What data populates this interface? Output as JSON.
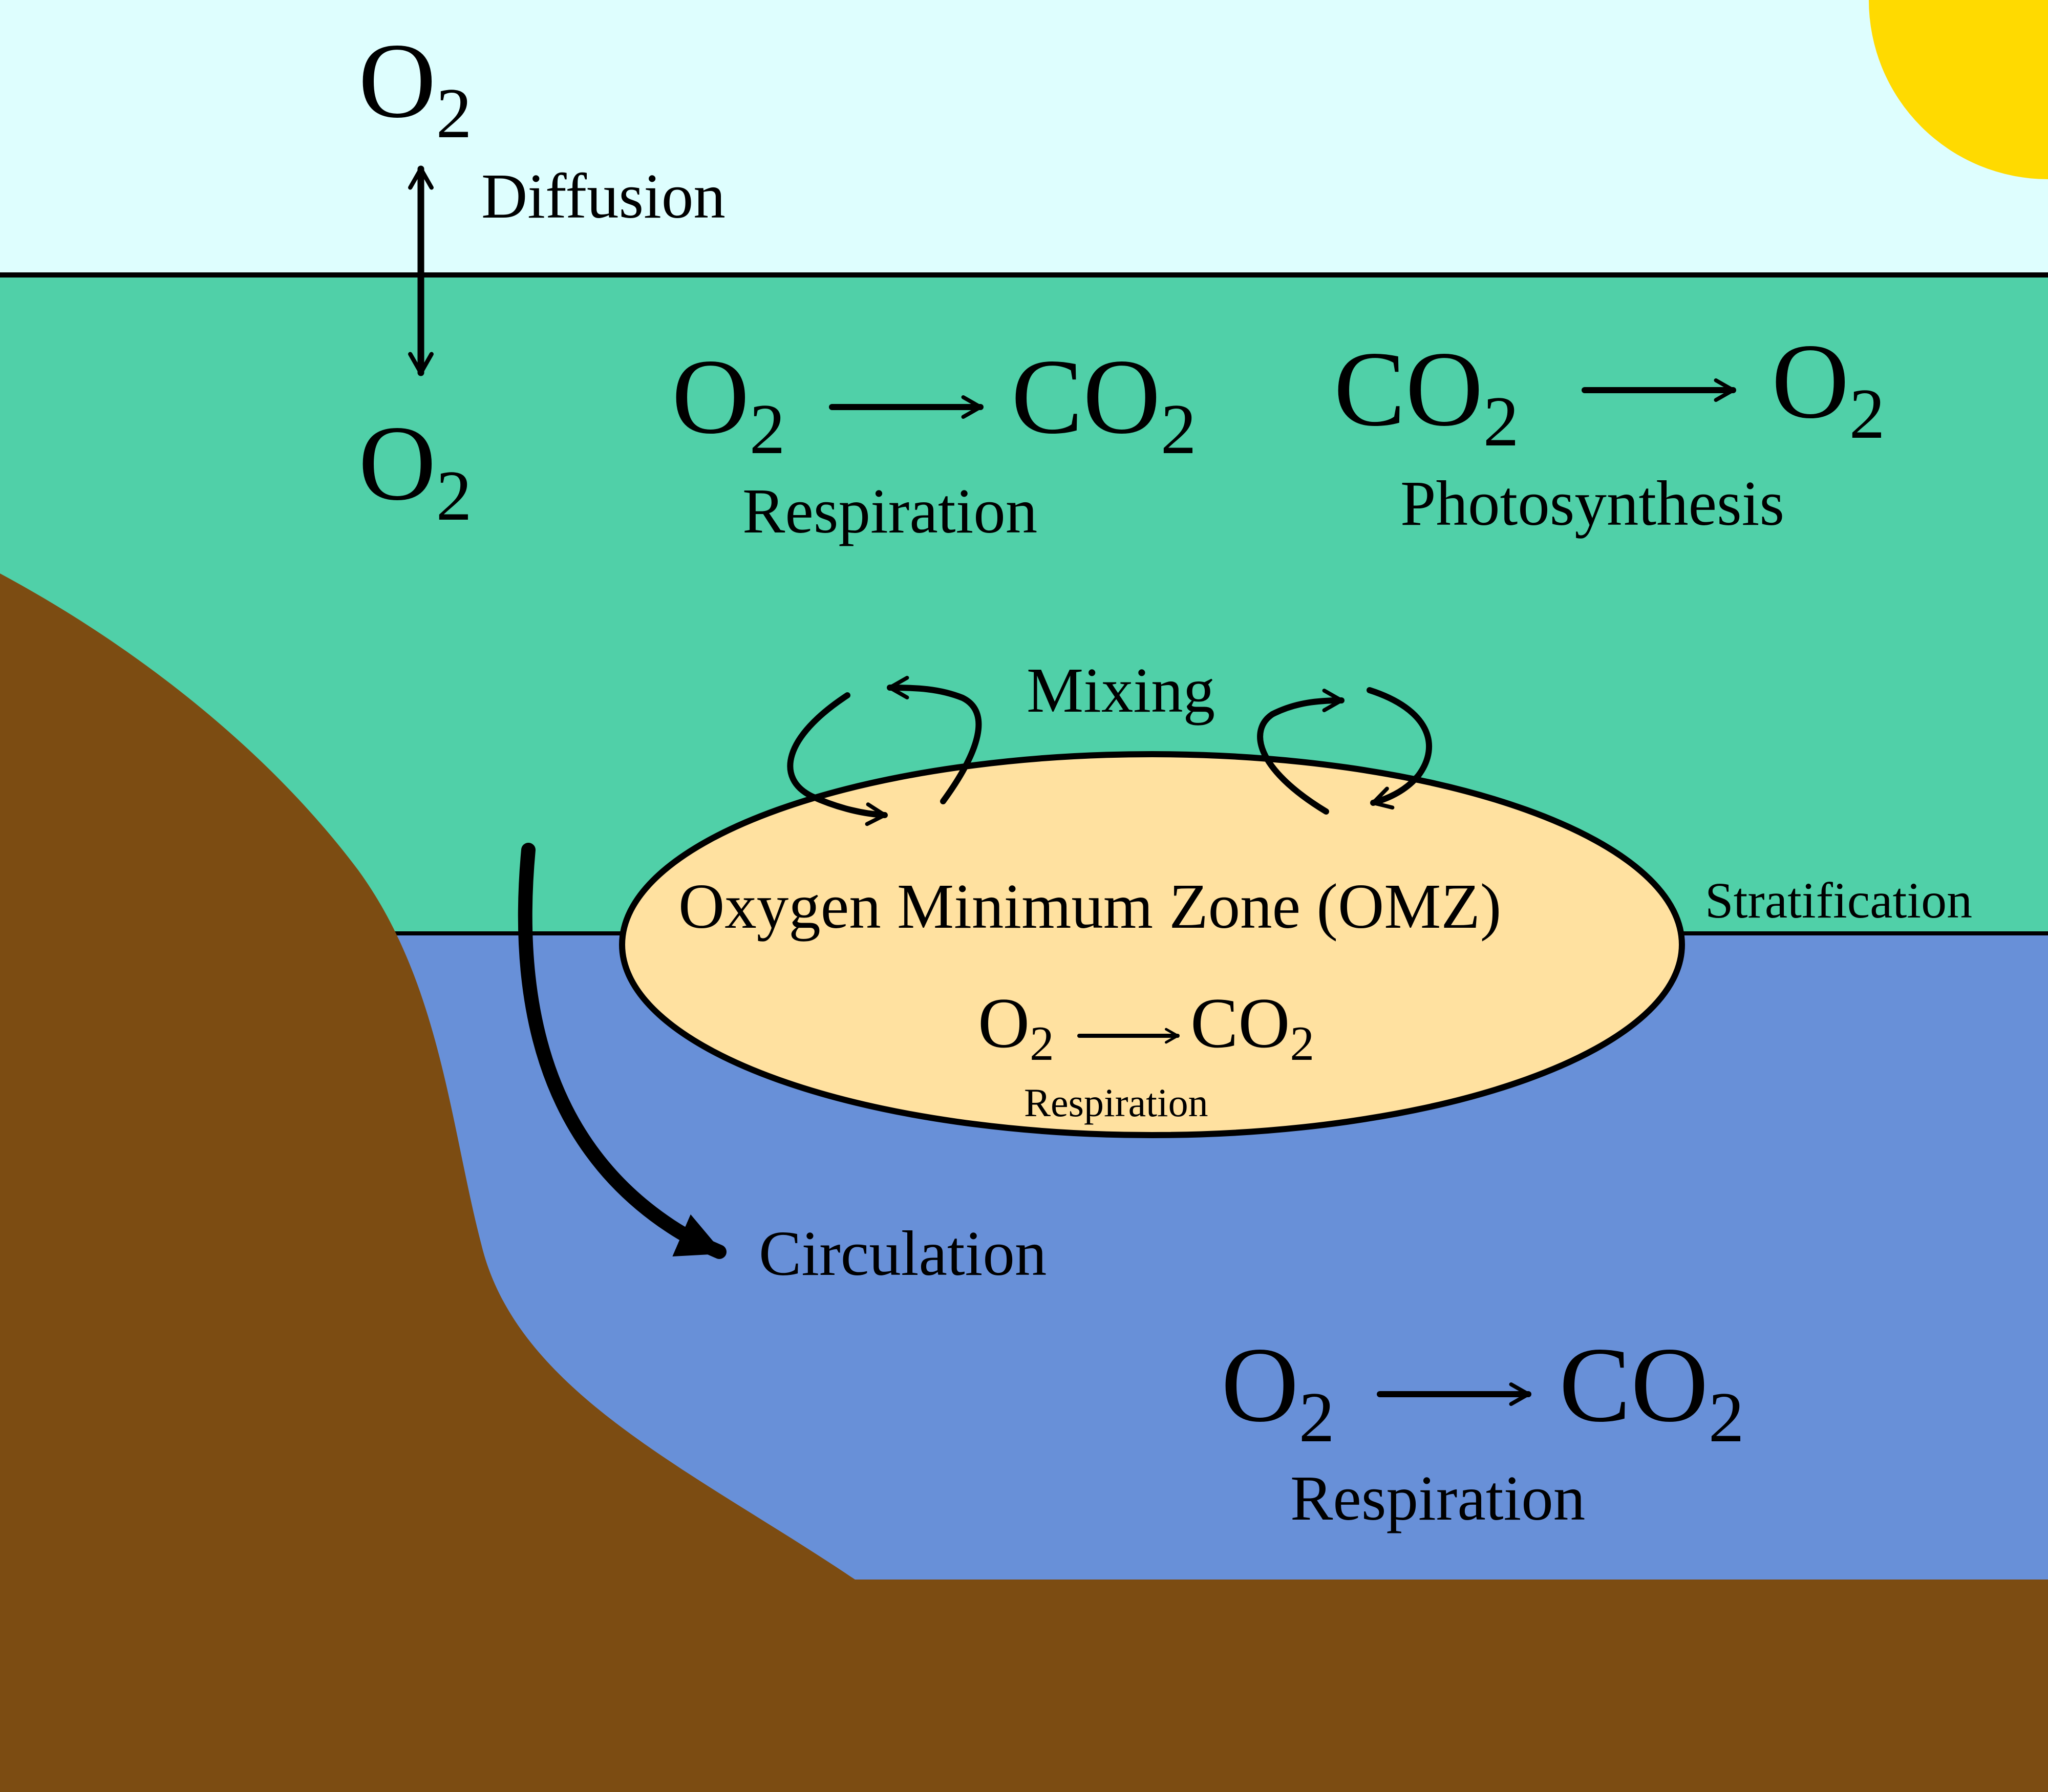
{
  "colors": {
    "air": "#DEFEFE",
    "surface_water": "#50D0A8",
    "deep_water": "#6890D8",
    "seabed": "#7C4C12",
    "omz_fill": "#FFE1A0",
    "sun": "#FFDA00",
    "ink": "#000000"
  },
  "atmosphere": {
    "o2_symbol": "O",
    "o2_subscript": "2",
    "diffusion_label": "Diffusion"
  },
  "surface": {
    "o2_symbol": "O",
    "o2_subscript": "2",
    "respiration": {
      "reactant": "O",
      "reactant_sub": "2",
      "product": "CO",
      "product_sub": "2",
      "label": "Respiration"
    },
    "photosynthesis": {
      "reactant": "CO",
      "reactant_sub": "2",
      "product": "O",
      "product_sub": "2",
      "label": "Photosynthesis"
    }
  },
  "mixing_label": "Mixing",
  "stratification_label": "Stratification",
  "omz": {
    "title": "Oxygen Minimum Zone (OMZ)",
    "reactant": "O",
    "reactant_sub": "2",
    "product": "CO",
    "product_sub": "2",
    "label": "Respiration"
  },
  "circulation_label": "Circulation",
  "deep": {
    "reactant": "O",
    "reactant_sub": "2",
    "product": "CO",
    "product_sub": "2",
    "label": "Respiration"
  }
}
